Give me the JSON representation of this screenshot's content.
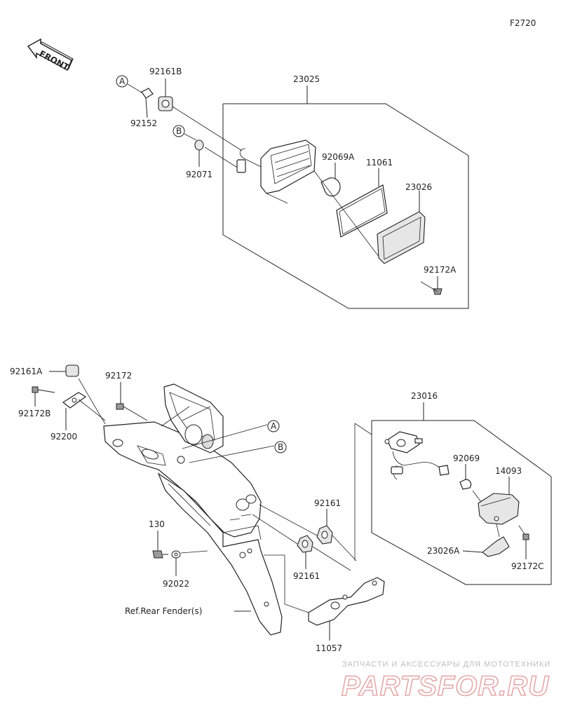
{
  "figure_code": "F2720",
  "front_label": "FRONT",
  "callouts": {
    "a": "A",
    "b": "B"
  },
  "parts": {
    "p23025": "23025",
    "p92161B": "92161B",
    "p92152": "92152",
    "p92071": "92071",
    "p92069A": "92069A",
    "p11061": "11061",
    "p23026": "23026",
    "p92172A": "92172A",
    "p92161A": "92161A",
    "p92172": "92172",
    "p92172B": "92172B",
    "p92200": "92200",
    "p23016": "23016",
    "p92069": "92069",
    "p14093": "14093",
    "p92161_upper": "92161",
    "p92161_lower": "92161",
    "p130": "130",
    "p92022": "92022",
    "ref_rear_fender": "Ref.Rear Fender(s)",
    "p23026A": "23026A",
    "p92172C": "92172C",
    "p11057": "11057"
  },
  "watermark": {
    "tagline": "ЗАПЧАСТИ И АКСЕССУАРЫ ДЛЯ МОТОТЕХНИКИ",
    "brand": "PARTSFOR.RU"
  }
}
